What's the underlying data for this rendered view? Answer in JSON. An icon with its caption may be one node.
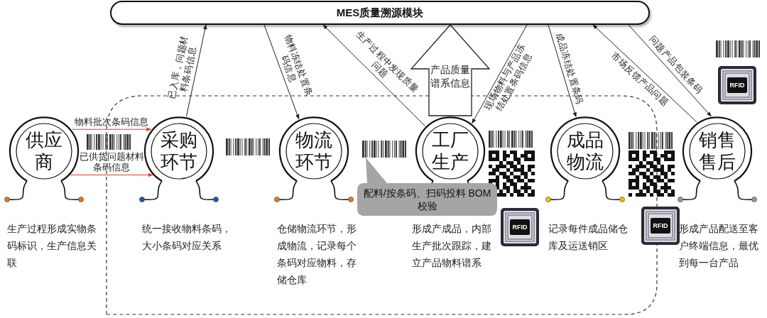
{
  "diagram": {
    "nodes": [
      {
        "text": [
          "MES质量溯源模块"
        ]
      },
      {
        "text": [
          "供应商"
        ]
      },
      {
        "text": [
          "采购环节"
        ]
      },
      {
        "text": [
          "物流环节"
        ]
      },
      {
        "text": [
          "工厂生产"
        ]
      },
      {
        "text": [
          "成品物流"
        ]
      },
      {
        "text": [
          "销售售后"
        ]
      },
      {
        "text": [
          "配料/按条码、扫码投料 BOM校验"
        ]
      }
    ],
    "edges": [
      {
        "from": 2,
        "to": 0,
        "arrow": "to",
        "label": "已入库，问题材料条码信息"
      },
      {
        "from": 0,
        "to": 3,
        "arrow": "to",
        "label": "物料冻结处置条码信息"
      },
      {
        "from": 4,
        "to": 0,
        "arrow": "to",
        "label": "生产过程中发现质量问题"
      },
      {
        "from": 0,
        "to": 4,
        "arrow": "to",
        "label": "现场物料与产品冻结处置条码信息"
      },
      {
        "from": 0,
        "to": 5,
        "arrow": "to",
        "label": "成品冻结处置条码"
      },
      {
        "from": 6,
        "to": 0,
        "arrow": "to",
        "label": "市场反馈产品问题"
      },
      {
        "from": 0,
        "to": 6,
        "arrow": "to",
        "label": "问题产品包装条码"
      },
      {
        "from": 1,
        "to": 2,
        "arrow": "to",
        "label": "物料批次条码信息",
        "color": "#e53935"
      },
      {
        "from": 1,
        "to": 2,
        "arrow": "to",
        "label": "已供货问题材料条码信息",
        "color": "#e53935"
      },
      {
        "from": 4,
        "to": 0,
        "arrow": "to",
        "label": "产品质量谱系信息",
        "style": "thick"
      }
    ],
    "labels": [
      "RFID",
      "生产过程形成实物条码标识，生产信息关联",
      "统一接收物料条码，大小条码对应关系",
      "仓储物流环节，形成物流，记录每个条码对应物料，存储仓库",
      "形成产成品，内部生产批次跟踪，建立产品物料谱系",
      "RFID",
      "记录每件成品储仓库及运送销区",
      "RFID",
      "形成产品配送至客户终端信息，最优到每一台产品"
    ]
  }
}
